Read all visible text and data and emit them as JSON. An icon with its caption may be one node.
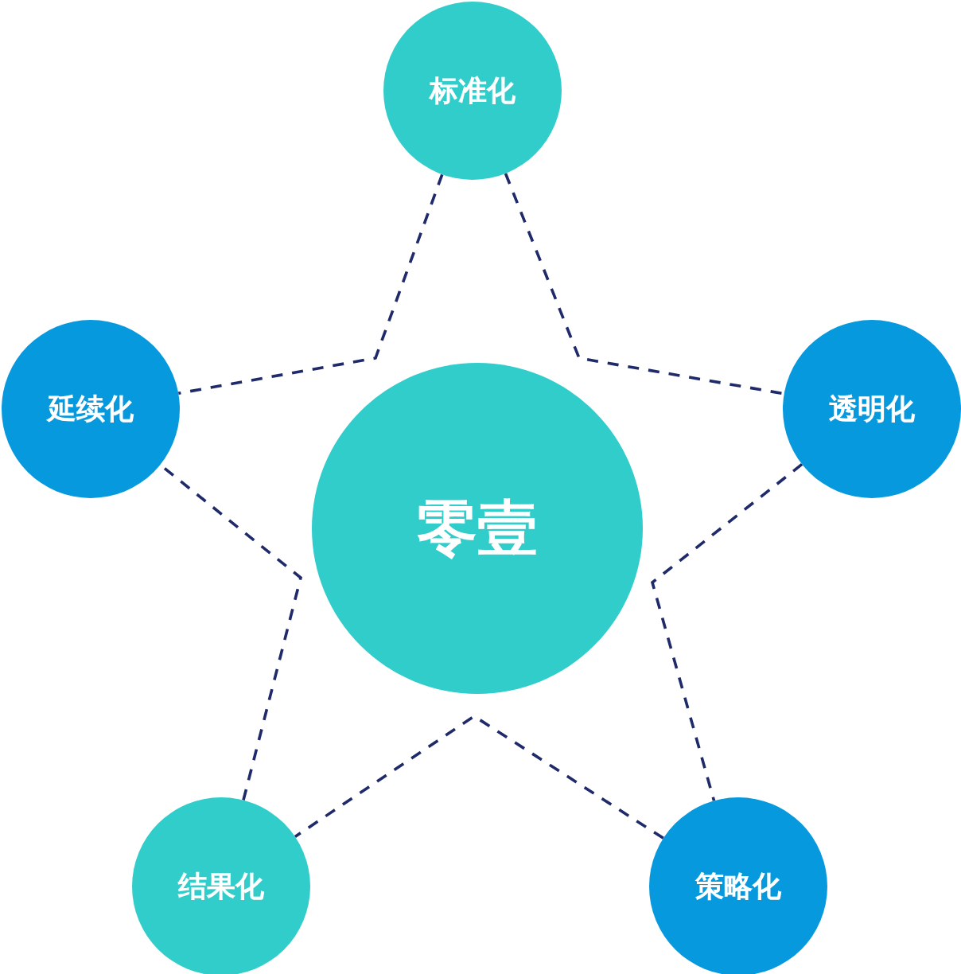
{
  "diagram": {
    "nodes": [
      {
        "text": [
          "标准化"
        ]
      },
      {
        "text": [
          "延续化"
        ]
      },
      {
        "text": [
          "透明化"
        ]
      },
      {
        "text": [
          "零壹"
        ]
      },
      {
        "text": [
          "结果化"
        ]
      },
      {
        "text": [
          "策略化"
        ]
      }
    ],
    "edges": [
      {
        "from": 0,
        "to": 1,
        "arrow": "none",
        "style": "dashed"
      },
      {
        "from": 0,
        "to": 2,
        "arrow": "none",
        "style": "dashed"
      },
      {
        "from": 2,
        "to": 5,
        "arrow": "none",
        "style": "dashed"
      },
      {
        "from": 5,
        "to": 4,
        "arrow": "none",
        "style": "dashed"
      },
      {
        "from": 4,
        "to": 1,
        "arrow": "none",
        "style": "dashed"
      }
    ]
  }
}
